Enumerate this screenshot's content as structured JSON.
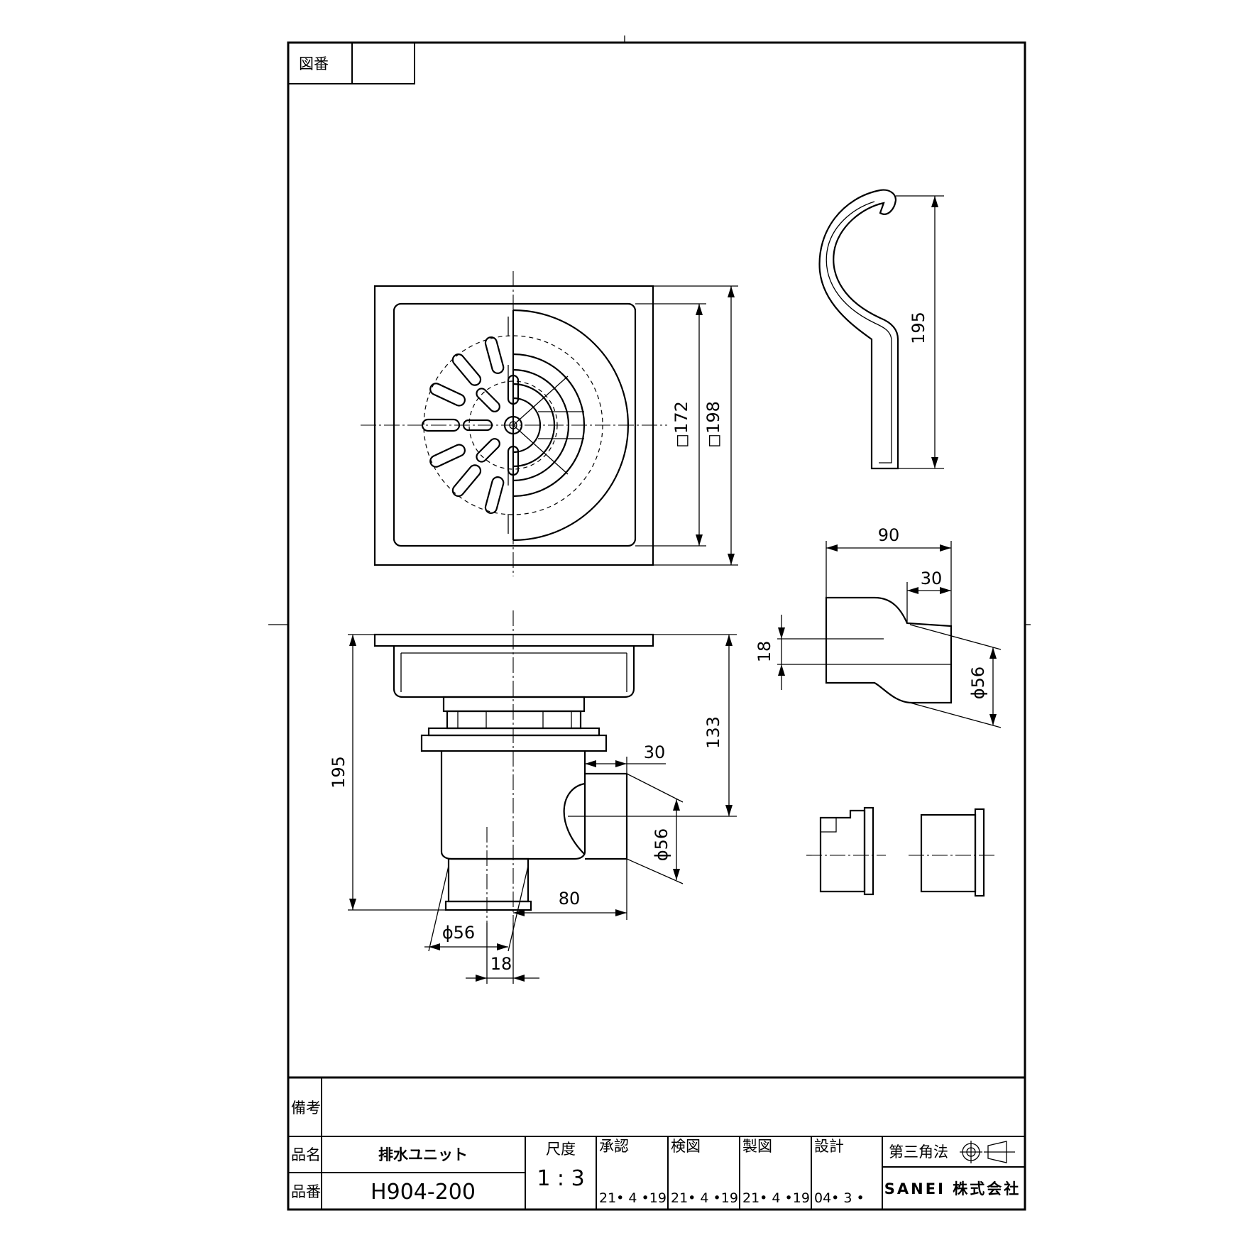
{
  "title_block": {
    "drawing_no_label": "図番",
    "drawing_no_value": "",
    "remarks_label": "備考",
    "remarks_value": "",
    "name_label": "品名",
    "name_value": "排水ユニット",
    "part_no_label": "品番",
    "part_no_value": "H904-200",
    "scale_label": "尺度",
    "scale_value": "1 : 3",
    "approvals": [
      {
        "label": "承認",
        "date": "21• 4 •19"
      },
      {
        "label": "検図",
        "date": "21• 4 •19"
      },
      {
        "label": "製図",
        "date": "21• 4 •19"
      },
      {
        "label": "設計",
        "date": "04• 3 •"
      }
    ],
    "projection_label": "第三角法",
    "company": "SANEI 株式会社"
  },
  "dimensions": {
    "top_inner": "◻172",
    "top_outer": "◻198",
    "wrench_height": "195",
    "elbow_length": "90",
    "elbow_neck": "30",
    "elbow_offset": "18",
    "elbow_dia": "ϕ56",
    "body_height": "195",
    "outlet_height": "133",
    "outlet_neck": "30",
    "outlet_dia": "ϕ56",
    "outlet_reach": "80",
    "bottom_dia": "ϕ56",
    "bottom_offset": "18"
  }
}
